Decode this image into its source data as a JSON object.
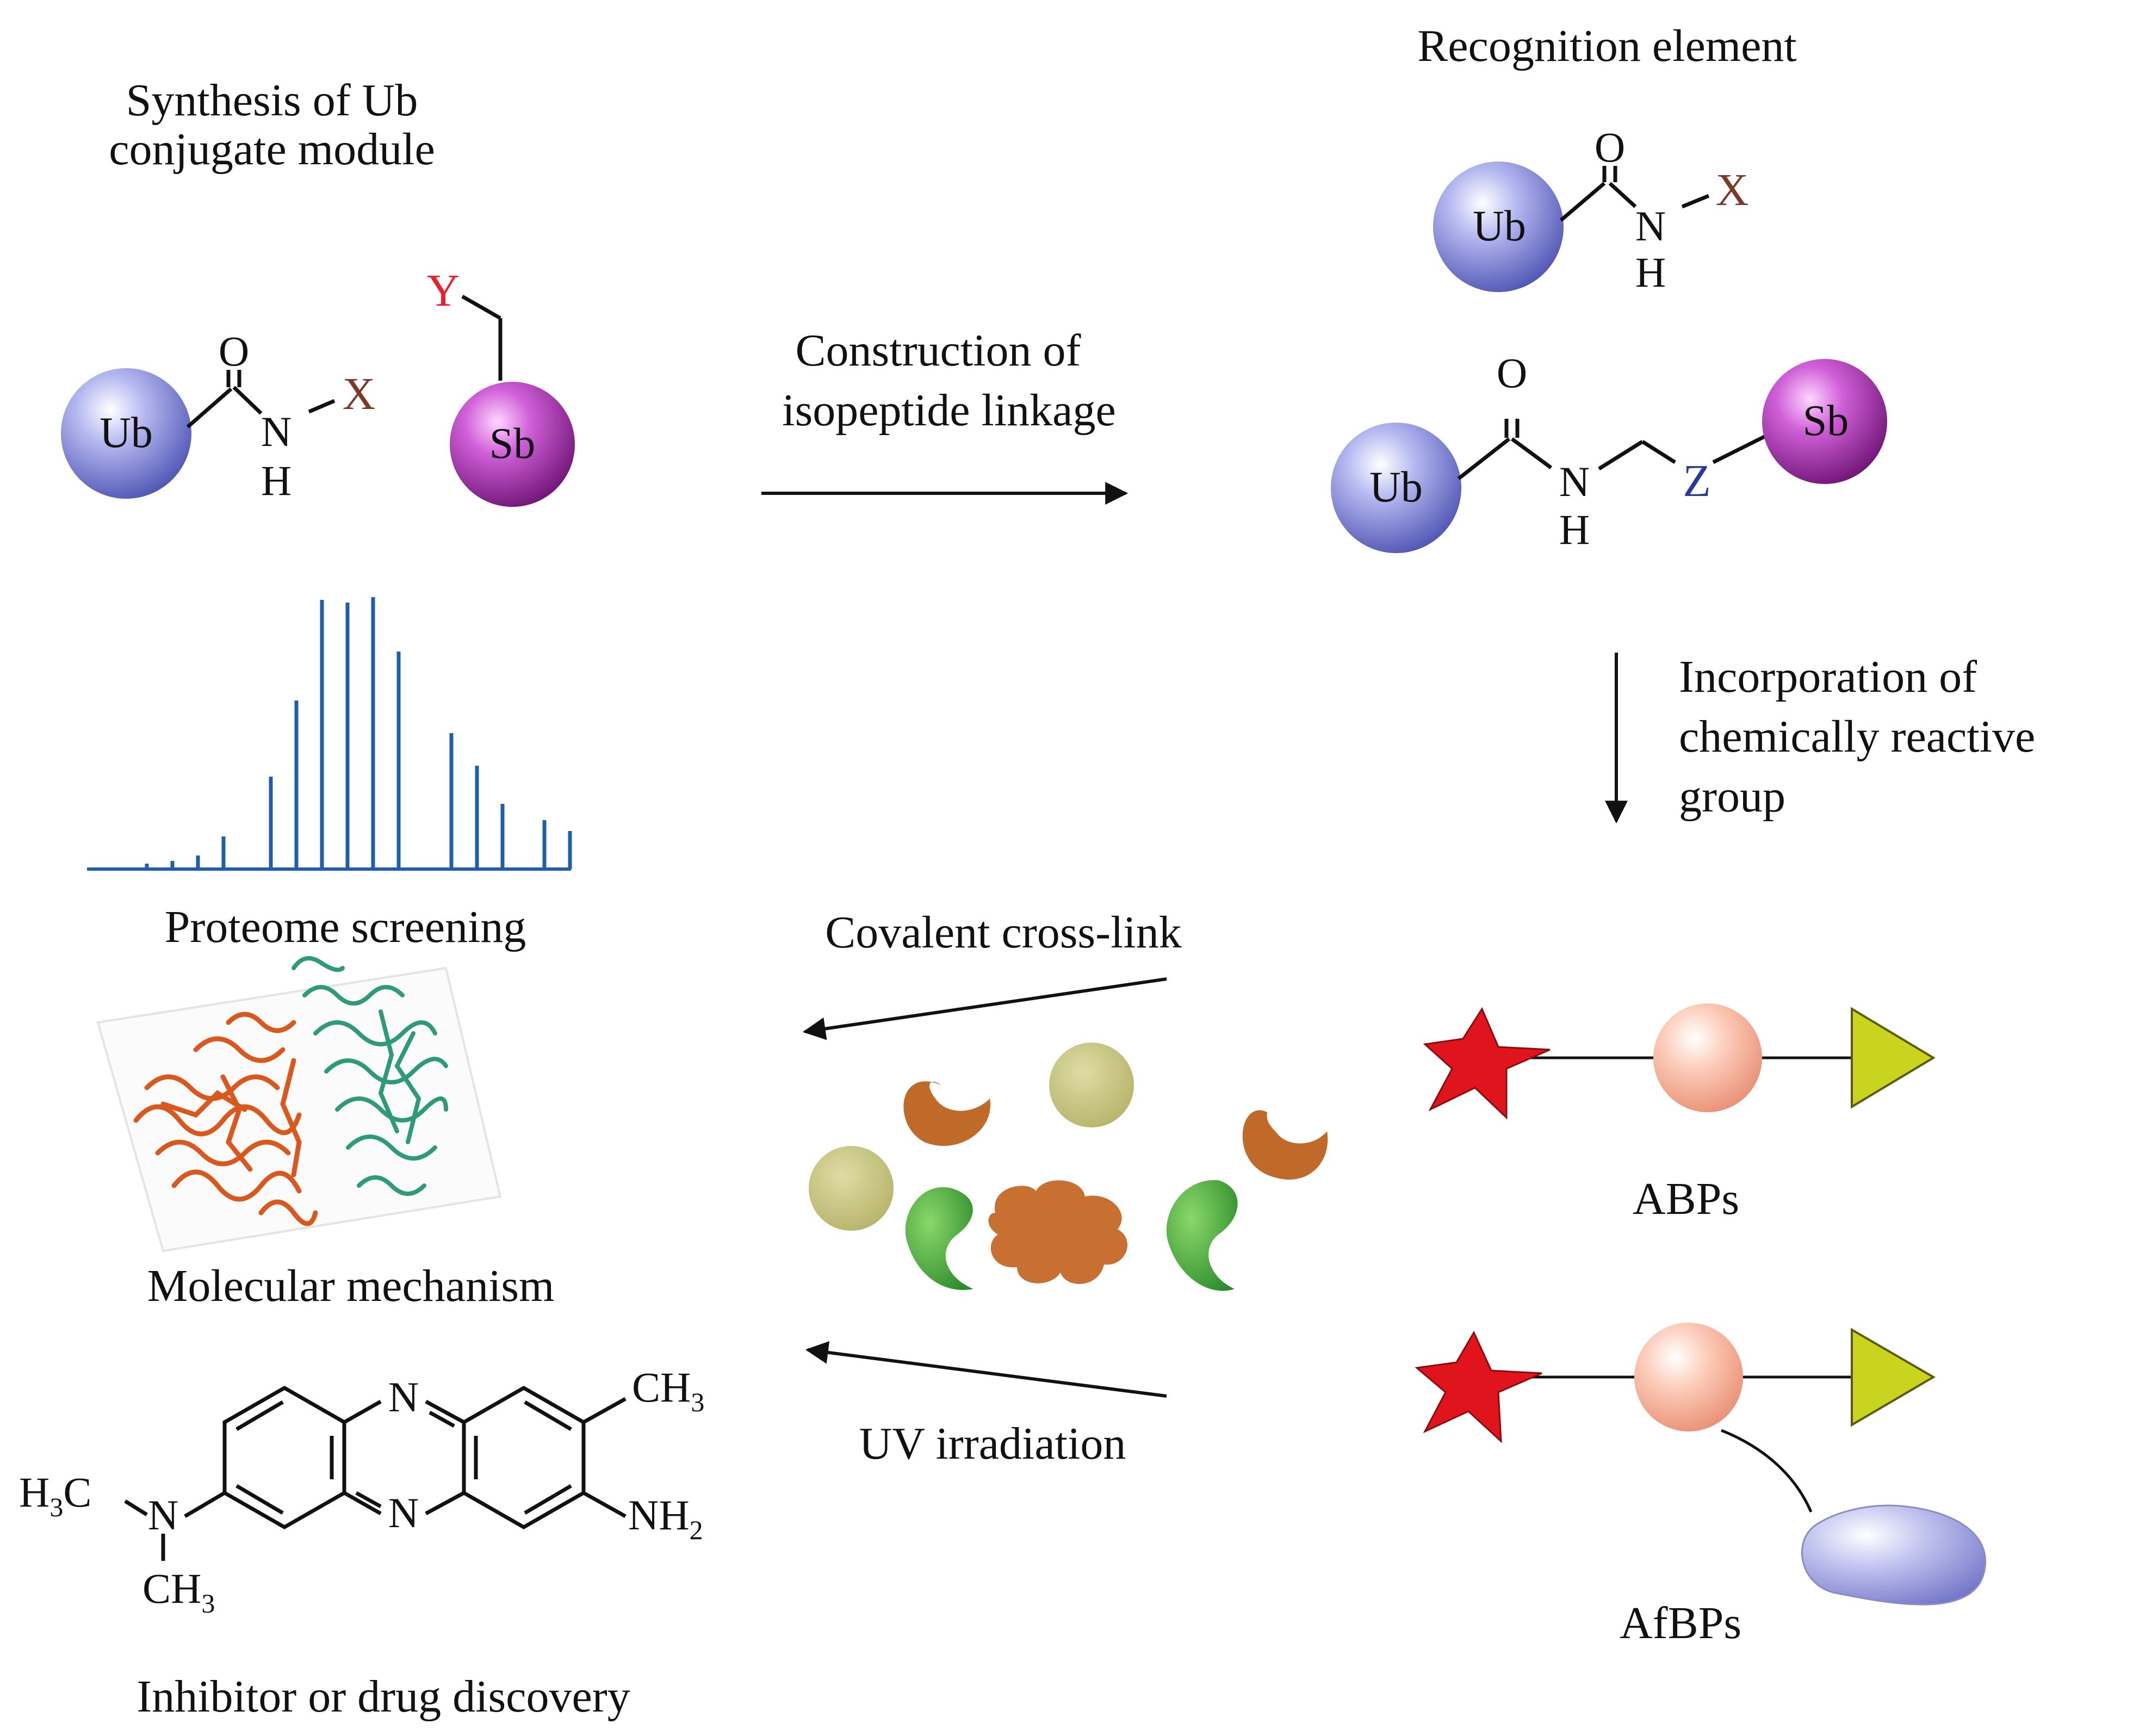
{
  "labels": {
    "synthesis_line1": "Synthesis of Ub",
    "synthesis_line2": "conjugate module",
    "recognition": "Recognition element",
    "construction_line1": "Construction of",
    "construction_line2": "isopeptide linkage",
    "incorporation_line1": "Incorporation of",
    "incorporation_line2": "chemically reactive",
    "incorporation_line3": "group",
    "proteome": "Proteome screening",
    "covalent": "Covalent cross-link",
    "molecular": "Molecular mechanism",
    "uv": "UV irradiation",
    "inhibitor": "Inhibitor or drug discovery",
    "abps": "ABPs",
    "afbps": "AfBPs"
  },
  "atoms": {
    "ub": "Ub",
    "sb": "Sb",
    "o": "O",
    "n": "N",
    "h": "H",
    "x": "X",
    "y": "Y",
    "z": "Z",
    "ch3": "CH",
    "nh2": "NH",
    "h3c": "H",
    "c": "C",
    "sub3": "3",
    "sub2": "2",
    "ring_n": "N"
  },
  "colors": {
    "ub_sphere": "#8a8fd8",
    "sb_sphere": "#b03ab8",
    "y_label": "#e8202a",
    "x_label": "#7a3a2a",
    "z_label": "#2a3a9a",
    "star": "#e0141c",
    "triangle": "#c8d41e",
    "bead": "#f7b6a0",
    "tag": "#a9abe6",
    "spectrum": "#1f5fa8",
    "crescent": "#c06a2a",
    "drop": "#3da83a",
    "circle": "#c9c97a",
    "cloud": "#c87032",
    "protein_a": "#d9581e",
    "protein_b": "#2e9a78"
  },
  "spectrum_peaks": [
    0.02,
    0.03,
    0.05,
    0.12,
    0.34,
    0.62,
    0.99,
    0.98,
    1.0,
    0.8,
    0.5,
    0.38,
    0.24,
    0.18,
    0.14
  ],
  "icons": [
    "star-icon",
    "bead-icon",
    "triangle-icon",
    "tag-icon",
    "crescent-icon",
    "drop-icon",
    "circle-icon",
    "cloud-icon"
  ]
}
